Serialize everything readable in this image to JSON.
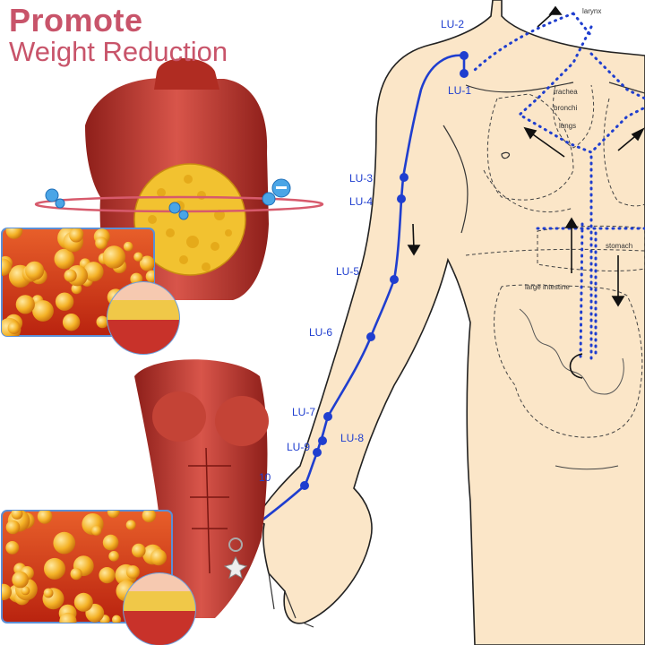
{
  "headline": {
    "title": "Promote",
    "subtitle": "Weight Reduction"
  },
  "meridian_points": {
    "lu1": "LU-1",
    "lu2": "LU-2",
    "lu3": "LU-3",
    "lu4": "LU-4",
    "lu5": "LU-5",
    "lu6": "LU-6",
    "lu7": "LU-7",
    "lu8": "LU-8",
    "lu9": "LU-9",
    "lu10": "10"
  },
  "organ_labels": {
    "larynx": "larynx",
    "trachea": "trachea",
    "bronchi": "bronchi",
    "lungs": "lungs",
    "stomach": "stomach",
    "large_intestine": "large intestine"
  },
  "colors": {
    "headline": "#c8546a",
    "meridian": "#1f3ecf",
    "skin": "#fbe6c8",
    "muscle": "#c0392b",
    "fat": "#f2c230"
  }
}
